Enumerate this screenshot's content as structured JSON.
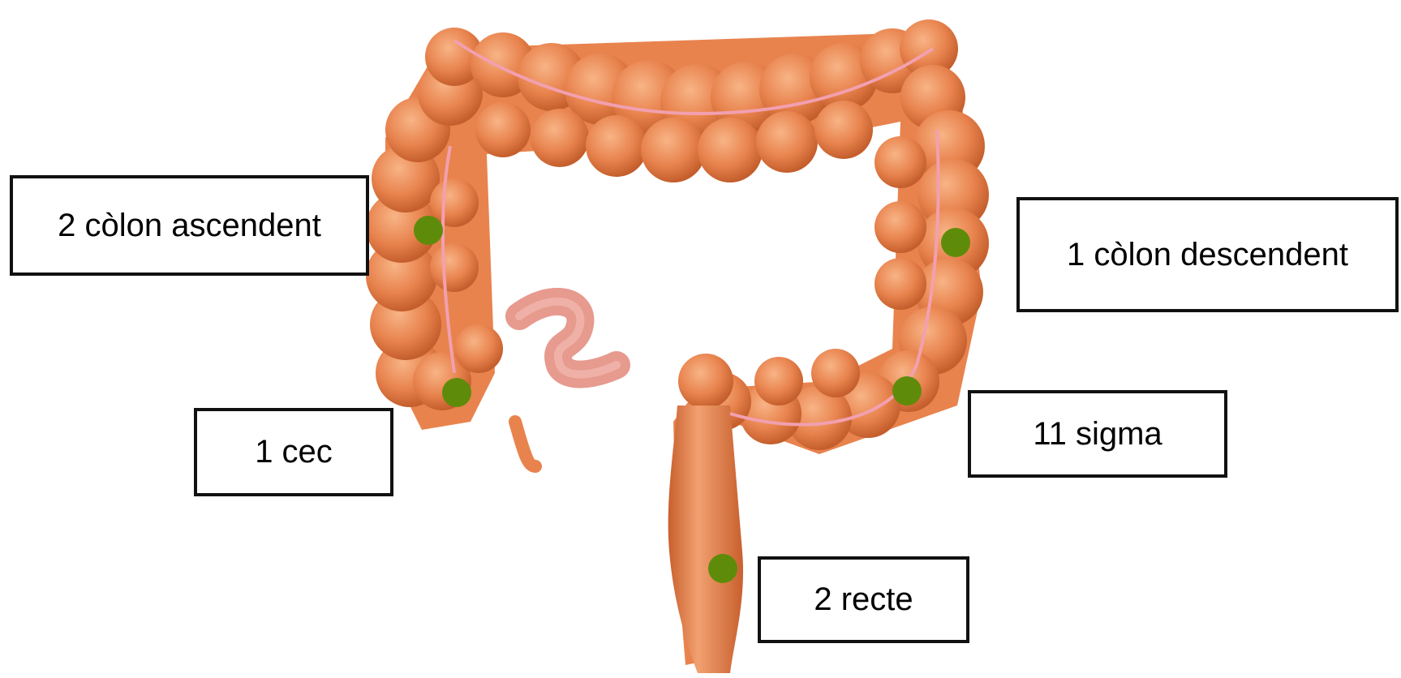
{
  "labels": {
    "ascending_colon": "2 còlon ascendent",
    "descending_colon": "1 còlon descendent",
    "cecum": "1 cec",
    "sigma": "11 sigma",
    "rectum": "2 recte"
  },
  "colors": {
    "colon": "#e8834e",
    "colon_shadow": "#c8602e",
    "colon_highlight": "#f6ab7c",
    "vessel": "#f2a0b0",
    "small_intestine": "#e79a8e",
    "marker": "#5e8c0a",
    "box_border": "#111111"
  }
}
